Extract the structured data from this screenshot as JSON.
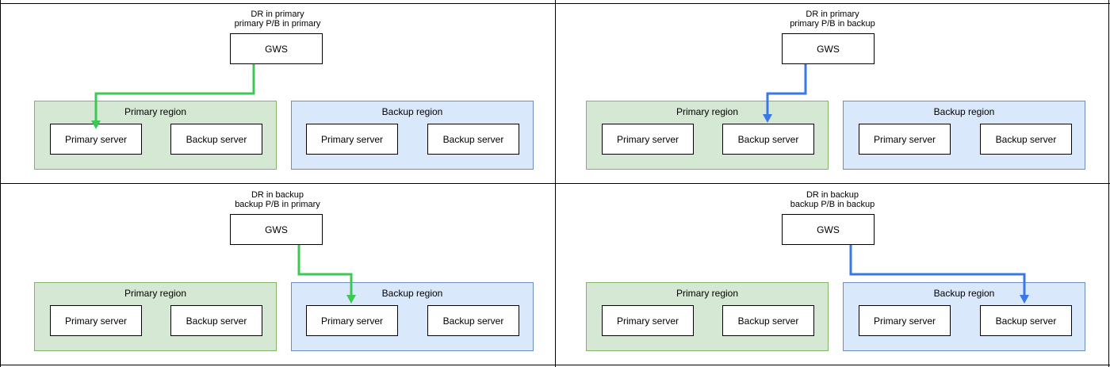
{
  "colors": {
    "primary_region_fill": "#d5e8d4",
    "backup_region_fill": "#dae8fc",
    "green_arrow": "#3dc753",
    "blue_arrow": "#3a78e8"
  },
  "quadrants": [
    {
      "caption_line1": "DR in primary",
      "caption_line2": "primary P/B in primary",
      "gws": "GWS",
      "primary_region": {
        "label": "Primary region",
        "primary_server": "Primary server",
        "backup_server": "Backup server"
      },
      "backup_region": {
        "label": "Backup region",
        "primary_server": "Primary server",
        "backup_server": "Backup server"
      },
      "arrow_target": "primary-region-primary-server",
      "arrow_color": "green"
    },
    {
      "caption_line1": "DR in primary",
      "caption_line2": "primary P/B in backup",
      "gws": "GWS",
      "primary_region": {
        "label": "Primary region",
        "primary_server": "Primary server",
        "backup_server": "Backup server"
      },
      "backup_region": {
        "label": "Backup region",
        "primary_server": "Primary server",
        "backup_server": "Backup server"
      },
      "arrow_target": "primary-region-backup-server",
      "arrow_color": "blue"
    },
    {
      "caption_line1": "DR in backup",
      "caption_line2": "backup P/B in primary",
      "gws": "GWS",
      "primary_region": {
        "label": "Primary region",
        "primary_server": "Primary server",
        "backup_server": "Backup server"
      },
      "backup_region": {
        "label": "Backup region",
        "primary_server": "Primary server",
        "backup_server": "Backup server"
      },
      "arrow_target": "backup-region-primary-server",
      "arrow_color": "green"
    },
    {
      "caption_line1": "DR in backup",
      "caption_line2": "backup P/B in backup",
      "gws": "GWS",
      "primary_region": {
        "label": "Primary region",
        "primary_server": "Primary server",
        "backup_server": "Backup server"
      },
      "backup_region": {
        "label": "Backup region",
        "primary_server": "Primary server",
        "backup_server": "Backup server"
      },
      "arrow_target": "backup-region-backup-server",
      "arrow_color": "blue"
    }
  ]
}
